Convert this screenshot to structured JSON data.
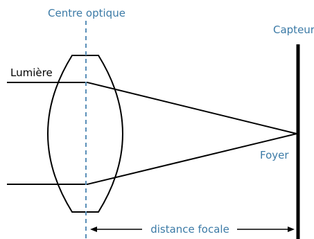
{
  "labels": {
    "optical_center": "Centre optique",
    "sensor": "Capteur",
    "light": "Lumière",
    "focus": "Foyer",
    "focal_distance": "distance focale"
  },
  "colors": {
    "label_blue": "#3b7aa6",
    "axis_dashed": "#5a8fb8",
    "ink": "#000000"
  }
}
